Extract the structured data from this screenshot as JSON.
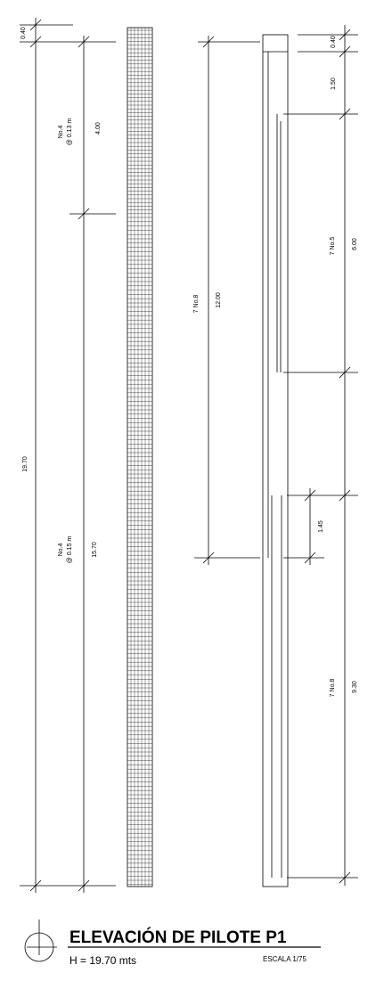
{
  "left_dims": {
    "top_seg": "0.40",
    "upper_seg": "4.00",
    "lower_seg": "15.70",
    "total": "19.70"
  },
  "stirrups": {
    "upper_bar": "No.4",
    "upper_spacing": "@ 0.13 m",
    "lower_bar": "No.4",
    "lower_spacing": "@ 0.15 m"
  },
  "middle": {
    "bars": "7 No.8",
    "length": "12.00"
  },
  "right_dims": {
    "top_seg": "0.40",
    "seg_150": "1.50",
    "seg_600": "6.00",
    "seg_145": "1.45",
    "seg_930": "9.30",
    "bars_upper": "7 No.5",
    "bars_lower": "7 No.8"
  },
  "title": {
    "main": "ELEVACIÓN DE PILOTE P1",
    "height": "H = 19.70 mts",
    "scale": "ESCALA 1/75"
  }
}
